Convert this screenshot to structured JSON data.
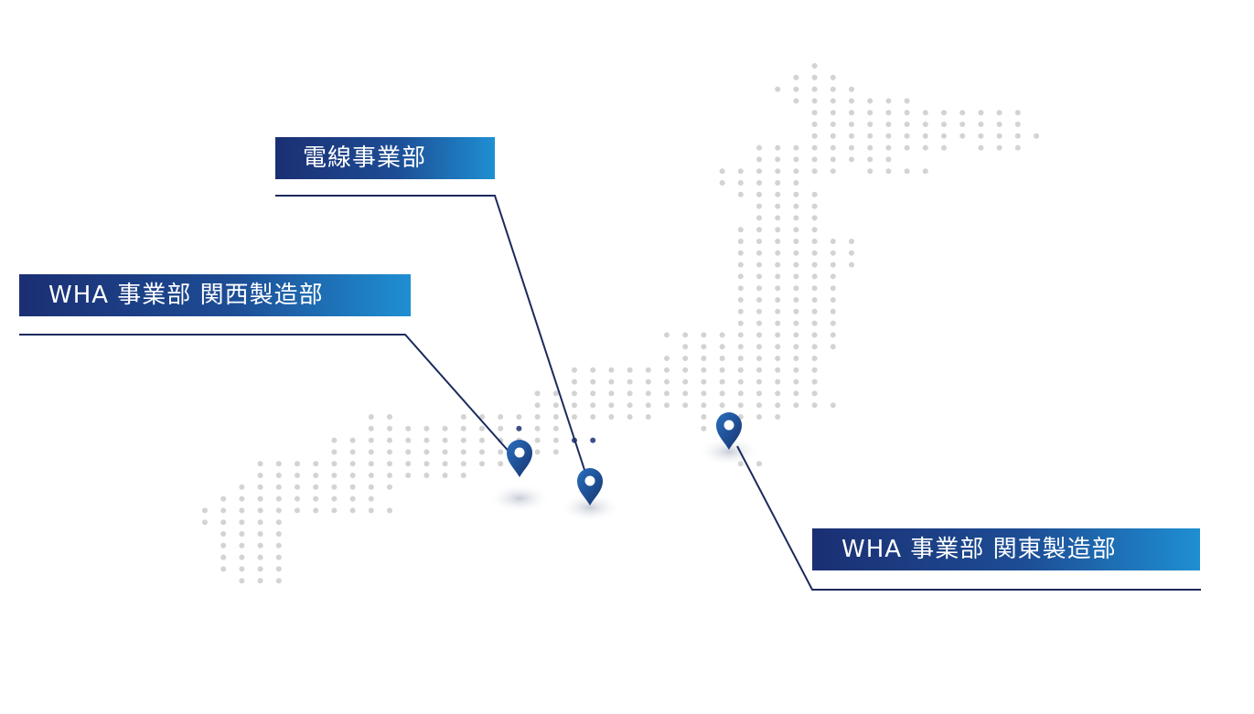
{
  "locations": [
    {
      "id": "wire",
      "label": "電線事業部"
    },
    {
      "id": "kansai",
      "label": "WHA 事業部 関西製造部"
    },
    {
      "id": "kanto",
      "label": "WHA 事業部 関東製造部"
    }
  ],
  "colors": {
    "dot": "#d3d3d3",
    "dot_highlight": "#3d4e8a",
    "label_start": "#1b2f73",
    "label_end": "#1f8fd2",
    "leader_line": "#1b2a5c",
    "pin": "#1c4f96"
  },
  "icons": {
    "marker": "map-pin-icon"
  }
}
